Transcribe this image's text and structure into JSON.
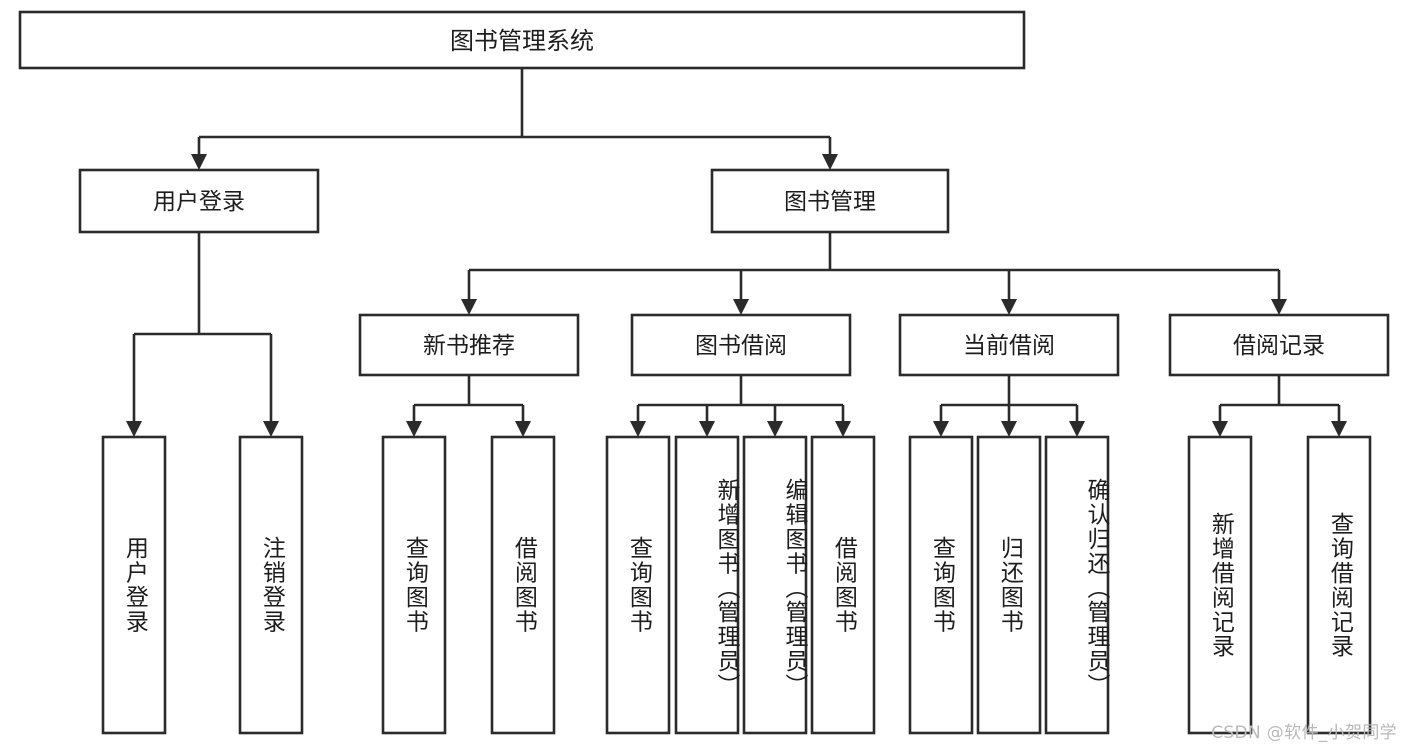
{
  "diagram": {
    "title": "图书管理系统",
    "watermark": "CSDN @软件_小贺同学",
    "colors": {
      "stroke": "#2b2b2b",
      "fill": "#ffffff",
      "text": "#1d1d1d",
      "watermark": "#b9b9b9"
    },
    "levels": {
      "root": {
        "label": "图书管理系统"
      },
      "level2": [
        {
          "label": "用户登录"
        },
        {
          "label": "图书管理"
        }
      ],
      "level3": [
        {
          "label": "新书推荐"
        },
        {
          "label": "图书借阅"
        },
        {
          "label": "当前借阅"
        },
        {
          "label": "借阅记录"
        }
      ],
      "leaves": [
        {
          "label": "用户登录",
          "parent": "用户登录"
        },
        {
          "label": "注销登录",
          "parent": "用户登录"
        },
        {
          "label": "查询图书",
          "parent": "新书推荐"
        },
        {
          "label": "借阅图书",
          "parent": "新书推荐"
        },
        {
          "label": "查询图书",
          "parent": "图书借阅"
        },
        {
          "label": "新增图书（管理员）",
          "parent": "图书借阅"
        },
        {
          "label": "编辑图书（管理员）",
          "parent": "图书借阅"
        },
        {
          "label": "借阅图书",
          "parent": "图书借阅"
        },
        {
          "label": "查询图书",
          "parent": "当前借阅"
        },
        {
          "label": "归还图书",
          "parent": "当前借阅"
        },
        {
          "label": "确认归还（管理员）",
          "parent": "当前借阅"
        },
        {
          "label": "新增借阅记录",
          "parent": "借阅记录"
        },
        {
          "label": "查询借阅记录",
          "parent": "借阅记录"
        }
      ]
    }
  }
}
